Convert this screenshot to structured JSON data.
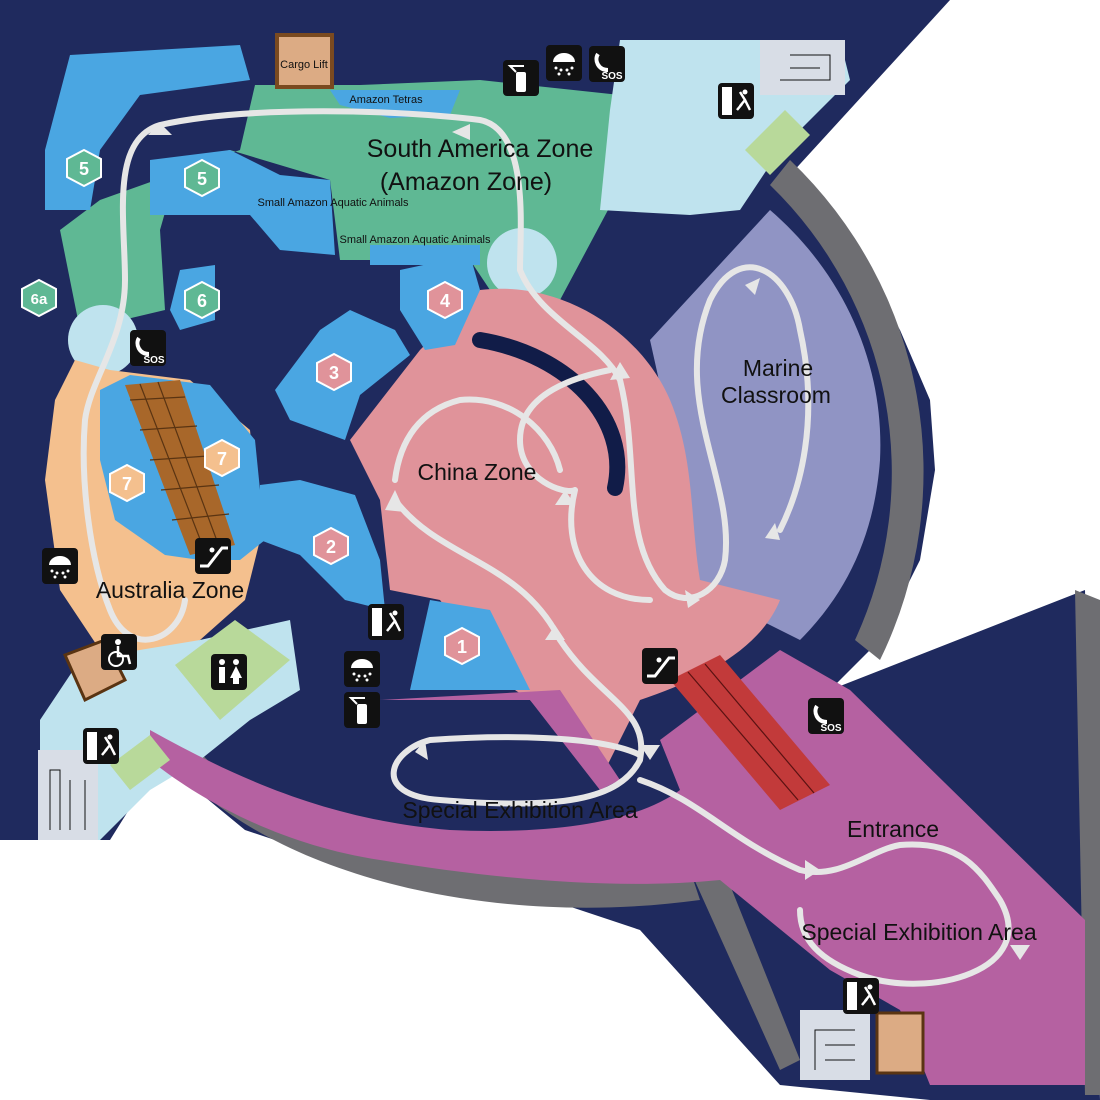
{
  "zones": {
    "south_america_line1": "South America Zone",
    "south_america_line2": "(Amazon Zone)",
    "china": "China Zone",
    "marine_line1": "Marine",
    "marine_line2": "Classroom",
    "australia": "Australia Zone",
    "special_1": "Special Exhibition Area",
    "special_2": "Special Exhibition Area",
    "entrance": "Entrance"
  },
  "facilities": {
    "cargo_lift": "Cargo Lift",
    "amazon_tetras": "Amazon Tetras",
    "small_amazon_1": "Small Amazon Aquatic Animals",
    "small_amazon_2": "Small Amazon Aquatic Animals",
    "sos_label": "SOS"
  },
  "tanks": {
    "t1": "1",
    "t2": "2",
    "t3": "3",
    "t4": "4",
    "t5a": "5",
    "t5b": "5",
    "t6": "6",
    "t6a": "6a",
    "t7a": "7",
    "t7b": "7"
  },
  "colors": {
    "background": "#1f2a5e",
    "wall": "#6e6e72",
    "south_america": "#5fb894",
    "china": "#e0939a",
    "marine": "#9094c4",
    "australia": "#f4c08e",
    "special": "#b561a1",
    "tank": "#4aa6e2",
    "corridor": "#bfe3ee",
    "restroom": "#b8d99a",
    "lift": "#dcab84",
    "walkway": "#e6e6e6"
  }
}
